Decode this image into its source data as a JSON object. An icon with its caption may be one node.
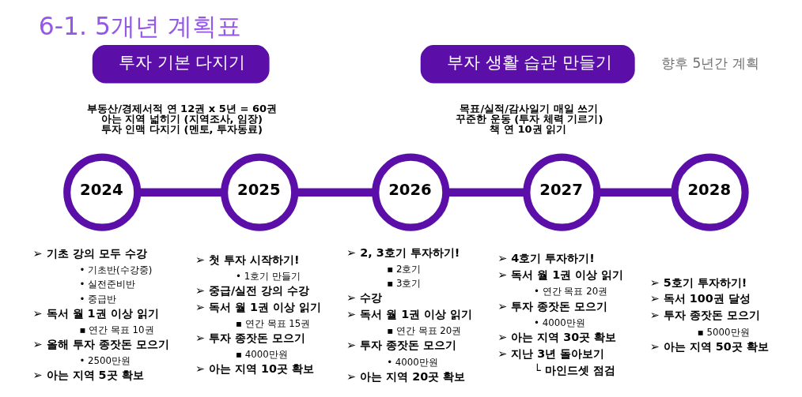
{
  "diagram": {
    "title": "6-1. 5개년 계획표",
    "nodes": [
      {
        "text": [
          "투자 기본 다지기"
        ],
        "beside": [
          "부동산/경제서적 연 12권 x 5년 = 60권",
          "아는 지역 넓히기 (지역조사, 임장)",
          "투자 인맥 다지기 (멘토, 투자동료)"
        ]
      },
      {
        "text": [
          "부자 생활 습관 만들기"
        ],
        "beside": [
          "목표/실적/감사일기 매일 쓰기",
          "꾸준한 운동 (투자 체력 기르기)",
          "책 연 10권 읽기"
        ]
      },
      {
        "text": [
          "2024"
        ],
        "beside": [
          "➢ 기초 강의 모두 수강",
          "• 기초반(수강중)",
          "• 실전준비반",
          "• 중급반",
          "➢ 독서 월 1권 이상 읽기",
          "▪ 연간 목표 10권",
          "➢ 올해 투자 종잣돈 모으기",
          "• 2500만원",
          "➢ 아는 지역 5곳 확보"
        ]
      },
      {
        "text": [
          "2025"
        ],
        "beside": [
          "➢ 첫 투자 시작하기!",
          "• 1호기 만들기",
          "➢ 중급/실전 강의 수강",
          "➢ 독서 월 1권 이상 읽기",
          "▪ 연간 목표 15권",
          "➢ 투자 종잣돈 모으기",
          "▪ 4000만원",
          "➢ 아는 지역 10곳 확보"
        ]
      },
      {
        "text": [
          "2026"
        ],
        "beside": [
          "➢ 2, 3호기 투자하기!",
          "▪ 2호기",
          "▪ 3호기",
          "➢ 수강",
          "➢ 독서 월 1권 이상 읽기",
          "▪ 연간 목표 20권",
          "➢ 투자 종잣돈 모으기",
          "• 4000만원",
          "➢ 아는 지역 20곳 확보"
        ]
      },
      {
        "text": [
          "2027"
        ],
        "beside": [
          "➢ 4호기 투자하기!",
          "➢ 독서 월 1권 이상 읽기",
          "• 연간 목표 20권",
          "➢ 투자 종잣돈 모으기",
          "• 4000만원",
          "➢ 아는 지역 30곳 확보",
          "➢ 지난 3년 돌아보기",
          "└ 마인드셋 점검"
        ]
      },
      {
        "text": [
          "2028"
        ],
        "beside": [
          "➢ 5호기 투자하기!",
          "➢ 독서 100권 달성",
          "➢ 투자 종잣돈 모으기",
          "▪ 5000만원",
          "➢ 아는 지역 50곳 확보"
        ]
      }
    ],
    "edges": [
      {
        "from": 2,
        "to": 3,
        "arrow": "none"
      },
      {
        "from": 3,
        "to": 4,
        "arrow": "none"
      },
      {
        "from": 4,
        "to": 5,
        "arrow": "none"
      },
      {
        "from": 5,
        "to": 6,
        "arrow": "none"
      }
    ],
    "labels": [
      "향후 5년간 계획"
    ]
  }
}
